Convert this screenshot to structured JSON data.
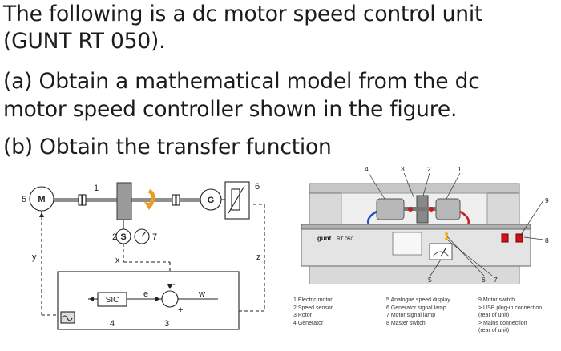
{
  "question": {
    "line1": "The following is a dc motor speed control unit",
    "line2": "(GUNT RT 050).",
    "line3": "(a) Obtain a mathematical model from the dc",
    "line4": "motor speed controller shown in the figure.",
    "line5": "(b) Obtain the transfer function"
  },
  "schematic": {
    "motor": "M",
    "generator": "G",
    "sensor": "S",
    "controller": "SIC",
    "n1": "1",
    "n2": "2",
    "n3": "3",
    "n4": "4",
    "n5": "5",
    "n6": "6",
    "n7": "7",
    "sig_y": "y",
    "sig_x": "x",
    "sig_z": "z",
    "sig_e": "e",
    "sig_w": "w",
    "minus": "-",
    "plus": "+"
  },
  "device": {
    "brand": "gunt",
    "model": "RT 050",
    "callouts": {
      "c1": "1",
      "c2": "2",
      "c3": "3",
      "c4": "4",
      "c5": "5",
      "c6": "6",
      "c7": "7",
      "c8": "8",
      "c9": "9"
    }
  },
  "legend": {
    "col1": [
      "1  Electric motor",
      "2  Speed sensor",
      "3  Rotor",
      "4  Generator"
    ],
    "col2": [
      "5  Analogue speed display",
      "6  Generator signal lamp",
      "7  Motor signal lamp",
      "8  Master switch"
    ],
    "col3": [
      "9  Motor switch",
      ">  USB plug-in connection",
      "     (rear of unit)",
      ">  Mains connection",
      "     (rear of unit)"
    ]
  }
}
